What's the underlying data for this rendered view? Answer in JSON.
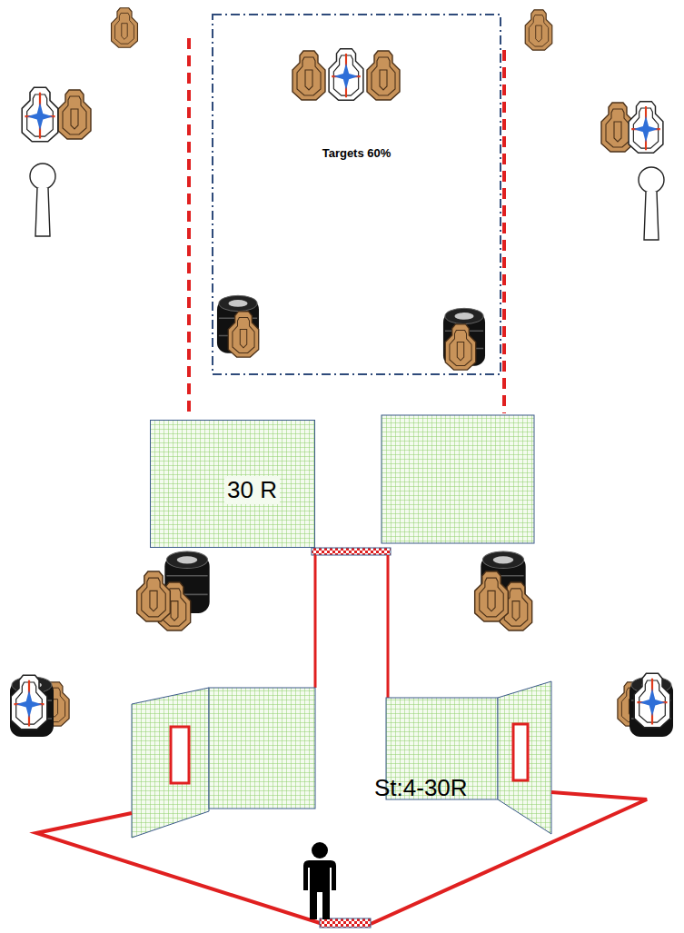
{
  "diagram": {
    "nodes": [
      {
        "text": [
          "Targets 60%"
        ]
      },
      {
        "text": [
          "30 R"
        ]
      }
    ],
    "labels": [
      "St:4-30R"
    ]
  }
}
